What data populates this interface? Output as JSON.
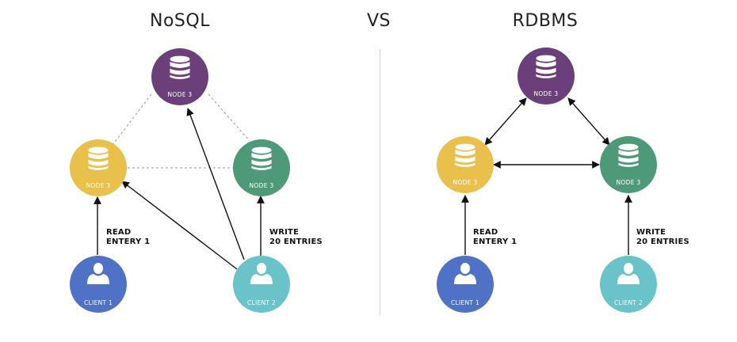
{
  "titles": {
    "left": "NoSQL",
    "middle": "VS",
    "right": "RDBMS"
  },
  "colors": {
    "purple": "#6b3f7a",
    "yellow": "#e8c04b",
    "green": "#4e9a78",
    "blue": "#4f72c6",
    "teal": "#69c3c8",
    "line": "#111111",
    "dashed": "#999999"
  },
  "nosql": {
    "node_top": "NODE 3",
    "node_left": "NODE 3",
    "node_right": "NODE 3",
    "client_1": "CLIENT 1",
    "client_2": "CLIENT 2",
    "read_line1": "READ",
    "read_line2": "ENTERY 1",
    "write_line1": "WRITE",
    "write_line2": "20 ENTRIES"
  },
  "rdbms": {
    "node_top": "NODE 3",
    "node_left": "NODE 3",
    "node_right": "NODE 3",
    "client_1": "CLIENT 1",
    "client_2": "CLIENT 2",
    "read_line1": "READ",
    "read_line2": "ENTERY 1",
    "write_line1": "WRITE",
    "write_line2": "20 ENTRIES"
  }
}
